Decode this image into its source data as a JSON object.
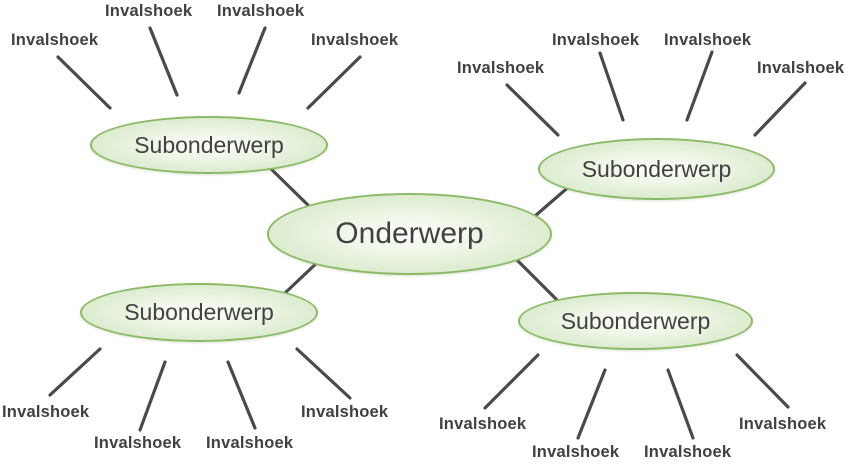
{
  "colors": {
    "node_border": "#8cba68",
    "node_fill_center": "#fbfdf9",
    "node_fill_edge": "#ddecd0",
    "line": "#4a4a4a",
    "text": "#414141"
  },
  "center_node": {
    "label": "Onderwerp"
  },
  "subtopics": [
    {
      "id": "top-left",
      "label": "Subonderwerp"
    },
    {
      "id": "top-right",
      "label": "Subonderwerp"
    },
    {
      "id": "bottom-left",
      "label": "Subonderwerp"
    },
    {
      "id": "bottom-right",
      "label": "Subonderwerp"
    }
  ],
  "angles": {
    "top_left": [
      "Invalshoek",
      "Invalshoek",
      "Invalshoek",
      "Invalshoek"
    ],
    "top_right": [
      "Invalshoek",
      "Invalshoek",
      "Invalshoek",
      "Invalshoek"
    ],
    "bottom_left": [
      "Invalshoek",
      "Invalshoek",
      "Invalshoek",
      "Invalshoek"
    ],
    "bottom_right": [
      "Invalshoek",
      "Invalshoek",
      "Invalshoek",
      "Invalshoek"
    ]
  }
}
